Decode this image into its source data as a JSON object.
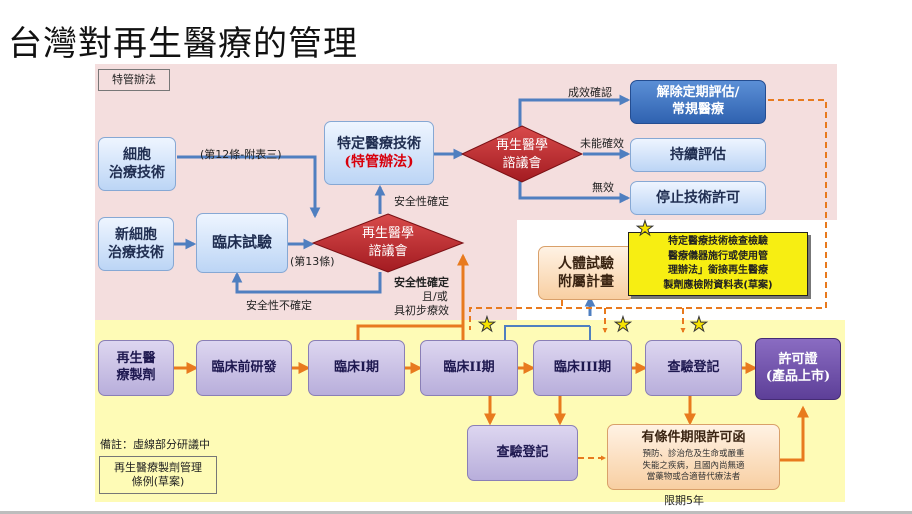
{
  "title": "台灣對再生醫療的管理",
  "zones": {
    "special_law_tag": "特管辦法",
    "remark": "備註：虛線部分研議中",
    "regulation_tag": "再生醫療製劑管理\n條例(草案)"
  },
  "nodes": {
    "cell_therapy": "細胞\n治療技術",
    "new_cell_therapy": "新細胞\n治療技術",
    "clinical_trial": "臨床試驗",
    "specific_tech_title": "特定醫療技術",
    "specific_tech_law": "(特管辦法)",
    "council_1": "再生醫學\n諮議會",
    "council_2": "再生醫學\n諮議會",
    "lift_review": "解除定期評估/\n常規醫療",
    "continue_eval": "持續評估",
    "stop_tech": "停止技術許可",
    "human_trial": "人體試驗\n附屬計畫",
    "regen_product": "再生醫\n療製劑",
    "preclinical": "臨床前研發",
    "phase1": "臨床I期",
    "phase2": "臨床II期",
    "phase3": "臨床III期",
    "registration_1": "查驗登記",
    "license": "許可證\n(產品上市)",
    "registration_2": "查驗登記",
    "conditional_title": "有條件期限許可函",
    "conditional_desc": "預防、診治危及生命或嚴重\n失能之疾病，且國內尚無適\n當藥物或合適替代療法者",
    "limit": "限期5年"
  },
  "labels": {
    "article12": "(第12條-附表三)",
    "article13": "(第13條)",
    "safety_confirmed_1": "安全性確定",
    "safety_confirmed_2": "安全性確定",
    "and_or": "且/或",
    "preliminary_efficacy": "具初步療效",
    "safety_unconfirmed": "安全性不確定",
    "efficacy_confirmed": "成效確認",
    "efficacy_unconfirmed": "未能確效",
    "ineffective": "無效"
  },
  "note": "特定醫療技術檢查檢驗\n醫療儀器施行或使用管\n理辦法」銜接再生醫療\n製劑應檢附資料表(草案)",
  "colors": {
    "pink_zone": "#f4dede",
    "yellow_zone": "#fefbb6",
    "arrow_blue": "#4f7fc0",
    "arrow_orange": "#e87a1e",
    "diamond_red": "#c0282e",
    "star": "#f7e300"
  }
}
